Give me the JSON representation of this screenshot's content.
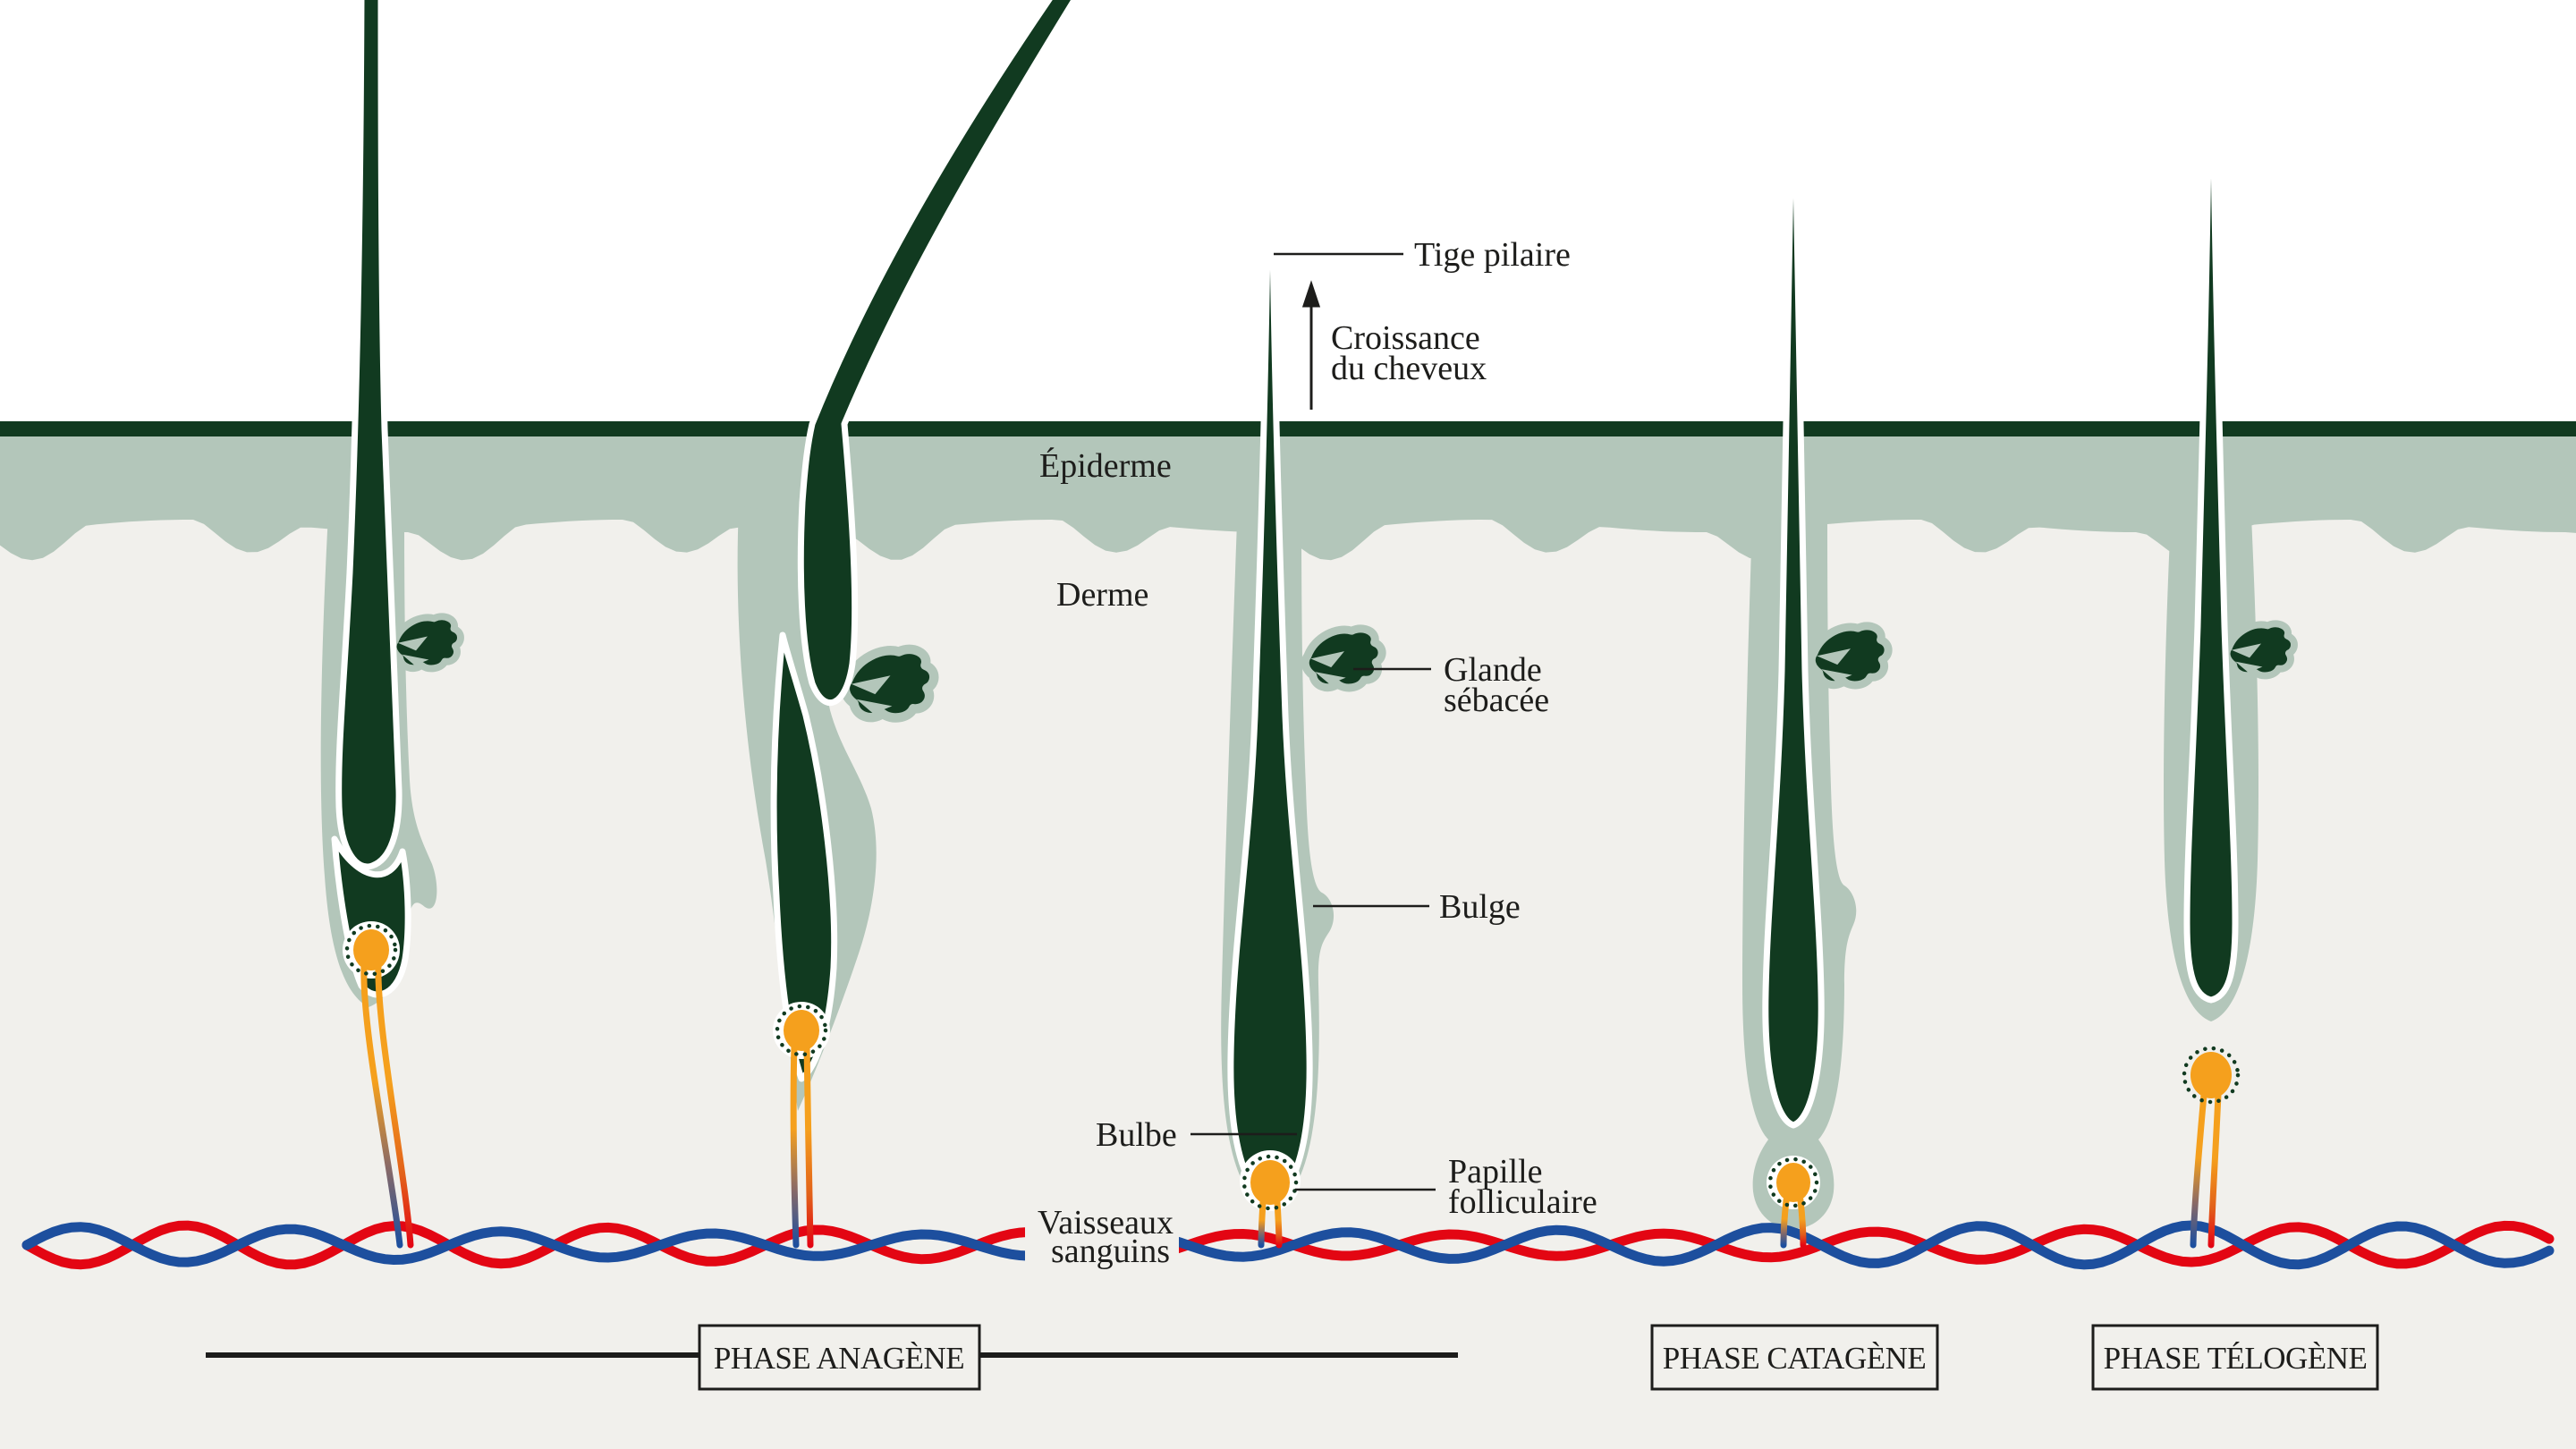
{
  "labels": {
    "tige_pilaire": "Tige pilaire",
    "croissance_line1": "Croissance",
    "croissance_line2": "du cheveux",
    "epiderme": "Épiderme",
    "derme": "Derme",
    "glande_line1": "Glande",
    "glande_line2": "sébacée",
    "bulge": "Bulge",
    "bulbe": "Bulbe",
    "papille_line1": "Papille",
    "papille_line2": "folliculaire",
    "vaisseaux_line1": "Vaisseaux",
    "vaisseaux_line2": "sanguins"
  },
  "phases": [
    {
      "label": "PHASE ANAGÈNE"
    },
    {
      "label": "PHASE CATAGÈNE"
    },
    {
      "label": "PHASE TÉLOGÈNE"
    }
  ],
  "colors": {
    "sky": "#ffffff",
    "dermis": "#f1f0ec",
    "epidermis": "#b3c6ba",
    "dark": "#113a20",
    "papilla": "#f5a01d",
    "vessel_red": "#e30613",
    "vessel_blue": "#1d4f9e",
    "text": "#1d1d1b"
  }
}
